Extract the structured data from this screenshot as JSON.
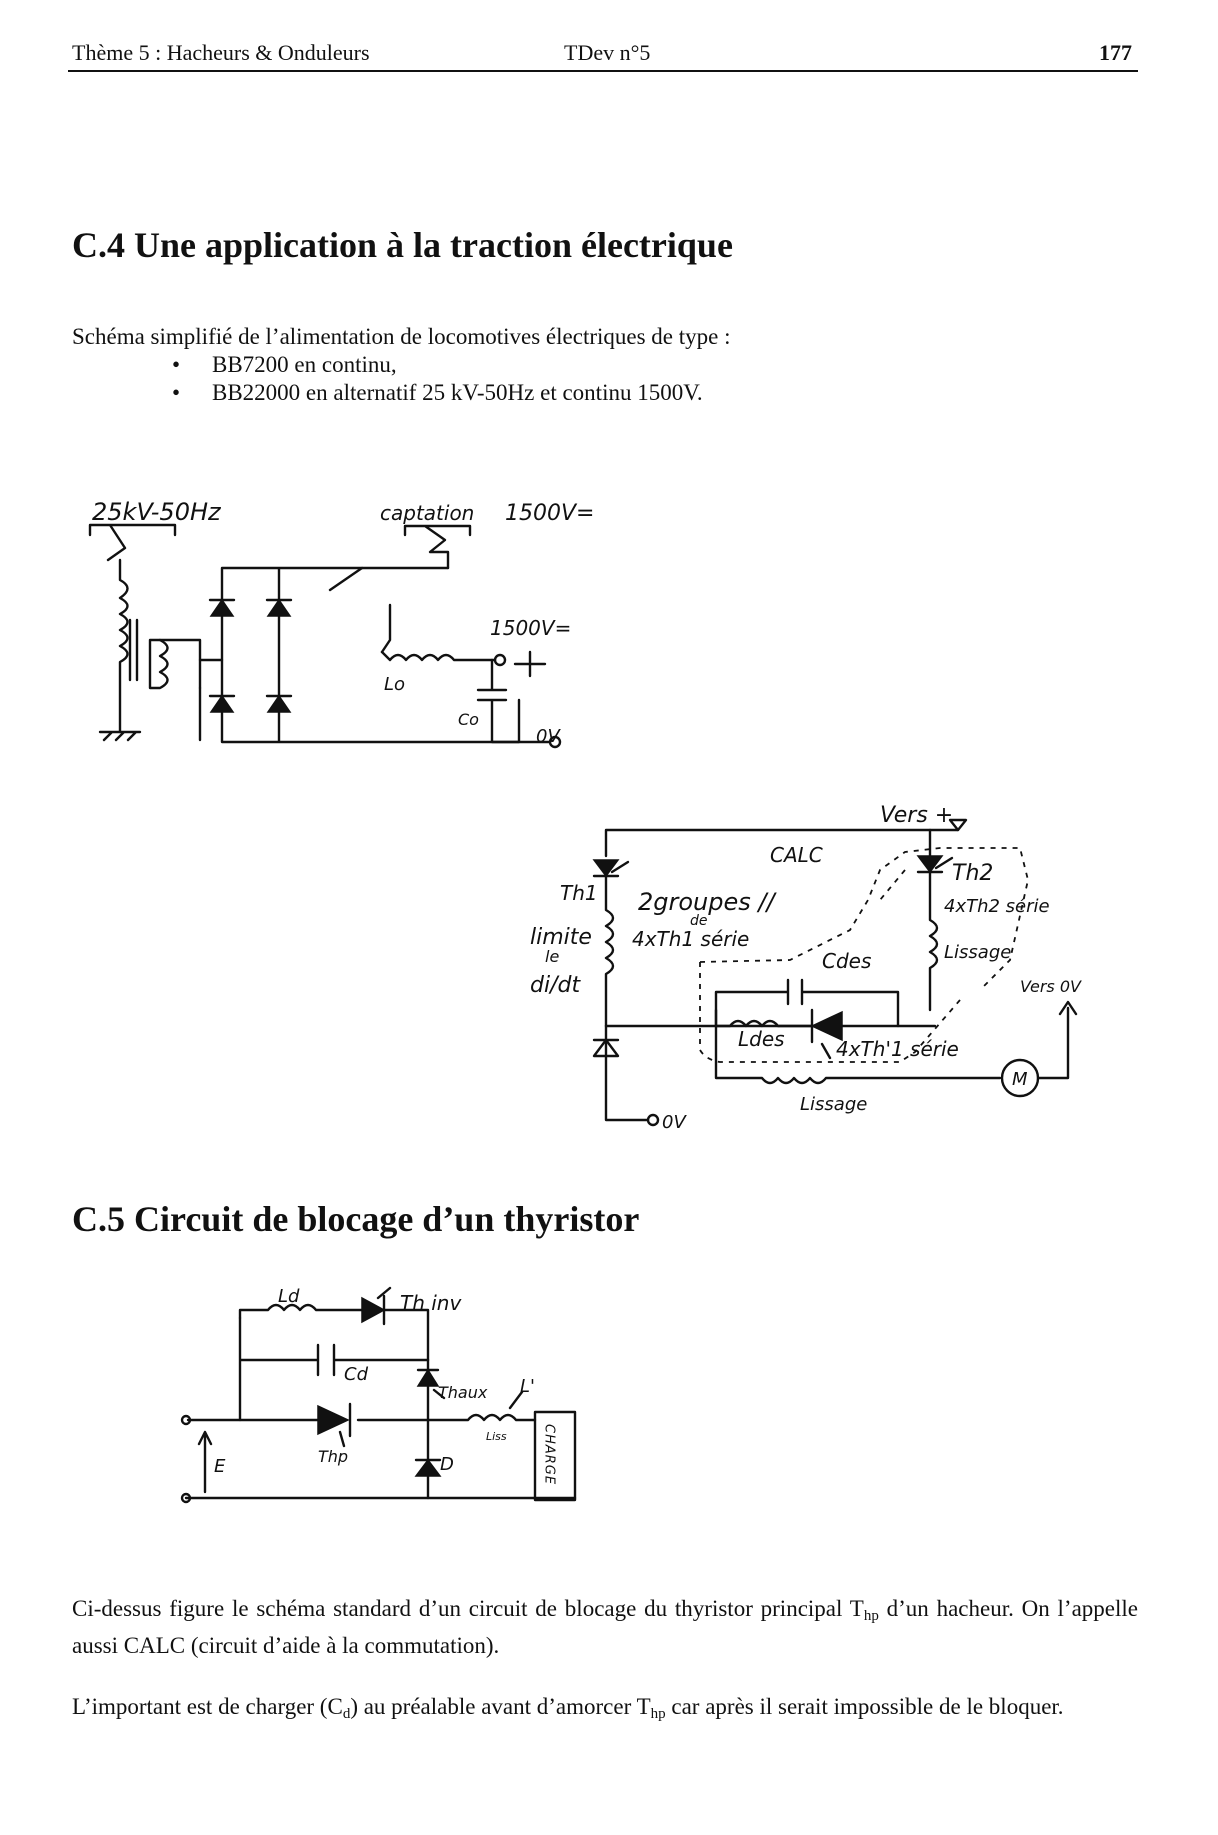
{
  "header": {
    "left": "Thème 5 : Hacheurs & Onduleurs",
    "center": "TDev n°5",
    "page_number": "177"
  },
  "section_c4": {
    "title": "C.4 Une application à la traction électrique",
    "intro": "Schéma simplifié de l’alimentation de locomotives électriques de type :",
    "bullets": [
      "BB7200 en continu,",
      "BB22000 en alternatif 25 kV-50Hz et continu 1500V."
    ]
  },
  "diagram1": {
    "label_ac": "25kV-50Hz",
    "label_captation": "captation",
    "label_1500_top": "1500V=",
    "label_1500_out": "1500V=",
    "label_lo": "Lo",
    "label_co": "Co",
    "label_0v": "0V"
  },
  "diagram2": {
    "label_vers_plus": "Vers +",
    "label_calc": "CALC",
    "label_th1": "Th1",
    "label_2groupes": "2groupes //",
    "label_de": "de",
    "label_4xth1": "4xTh1 série",
    "label_limite": "limite",
    "label_le": "le",
    "label_didt": "di/dt",
    "label_cdes": "Cdes",
    "label_ldes": "Ldes",
    "label_4xth1p": "4xTh'1 série",
    "label_th2": "Th2",
    "label_4xth2": "4xTh2 série",
    "label_lissage_right": "Lissage",
    "label_vers_0v": "Vers 0V",
    "label_lissage_bottom": "Lissage",
    "label_motor": "M",
    "label_0v": "0V"
  },
  "section_c5": {
    "title": "C.5 Circuit de blocage d’un thyristor"
  },
  "diagram3": {
    "label_ld": "Ld",
    "label_thinv": "Th inv",
    "label_cd": "Cd",
    "label_thaux": "Thaux",
    "label_thp": "Thp",
    "label_lprime": "L'",
    "label_liss": "Liss",
    "label_e": "E",
    "label_d": "D",
    "label_charge": "CHARGE"
  },
  "paragraph1": {
    "a": "Ci-dessus figure le schéma standard d’un circuit de blocage du thyristor principal T",
    "sub": "hp",
    "b": " d’un hacheur. On l’appelle aussi CALC (circuit d’aide à la commutation)."
  },
  "paragraph2": {
    "a": "L’important est de charger (C",
    "sub1": "d",
    "b": ") au préalable avant d’amorcer T",
    "sub2": "hp",
    "c": " car après il serait impossible de le bloquer."
  }
}
